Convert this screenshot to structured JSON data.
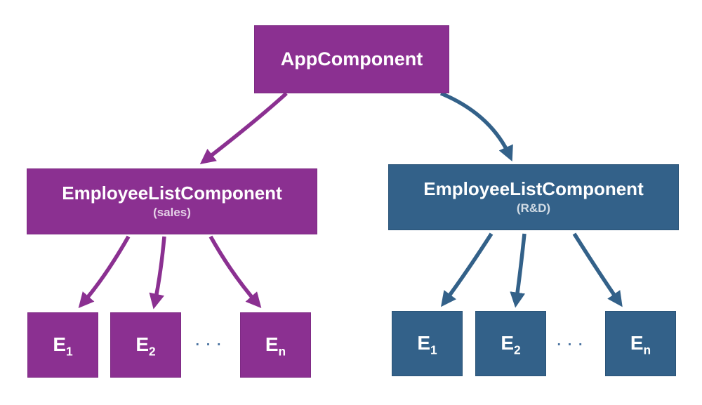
{
  "diagram": {
    "colors": {
      "background": "#ffffff",
      "purple": "#8b3091",
      "purple_border": "#7e2b84",
      "blue": "#336189",
      "blue_border": "#2b5478",
      "text": "#ffffff",
      "muted_text": "rgba(255,255,255,0.78)",
      "ellipsis": "#4a73a0"
    },
    "root": {
      "label": "AppComponent"
    },
    "branches": [
      {
        "label": "EmployeeListComponent",
        "sublabel": "(sales)",
        "ellipsis": "...",
        "children": [
          {
            "base": "E",
            "sub": "1"
          },
          {
            "base": "E",
            "sub": "2"
          },
          {
            "base": "E",
            "sub": "n"
          }
        ]
      },
      {
        "label": "EmployeeListComponent",
        "sublabel": "(R&D)",
        "ellipsis": "...",
        "children": [
          {
            "base": "E",
            "sub": "1"
          },
          {
            "base": "E",
            "sub": "2"
          },
          {
            "base": "E",
            "sub": "n"
          }
        ]
      }
    ]
  }
}
